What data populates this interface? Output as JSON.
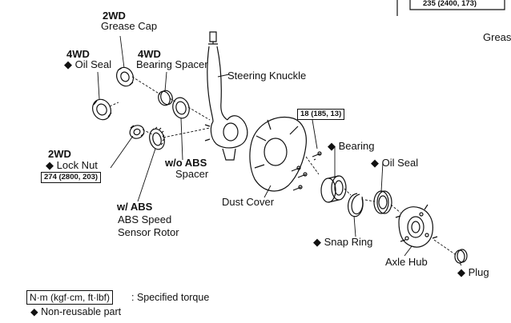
{
  "top_right": {
    "torque_box": "235 (2400, 173)",
    "grease_fragment": "Greas"
  },
  "labels": {
    "grease_cap_qualifier": "2WD",
    "grease_cap": "Grease Cap",
    "oil_seal_left_qualifier": "4WD",
    "oil_seal_left": "◆ Oil Seal",
    "bearing_spacer_qualifier": "4WD",
    "bearing_spacer": "Bearing Spacer",
    "steering_knuckle": "Steering Knuckle",
    "knuckle_torque": "18 (185, 13)",
    "bearing": "◆ Bearing",
    "oil_seal_right": "◆ Oil Seal",
    "lock_nut_qualifier": "2WD",
    "lock_nut": "◆ Lock Nut",
    "lock_nut_torque": "274 (2800, 203)",
    "spacer_qualifier_prefix": "w/o ",
    "spacer_qualifier_bold": "ABS",
    "spacer": "Spacer",
    "rotor_qualifier_prefix": "w/ ",
    "rotor_qualifier_bold": "ABS",
    "rotor_line1": "ABS Speed",
    "rotor_line2": "Sensor Rotor",
    "dust_cover": "Dust Cover",
    "snap_ring": "◆ Snap Ring",
    "axle_hub": "Axle Hub",
    "plug": "◆ Plug"
  },
  "legend": {
    "torque_unit": "N·m (kgf·cm, ft·lbf)",
    "torque_desc": ": Specified torque",
    "non_reusable": "◆ Non-reusable part"
  }
}
